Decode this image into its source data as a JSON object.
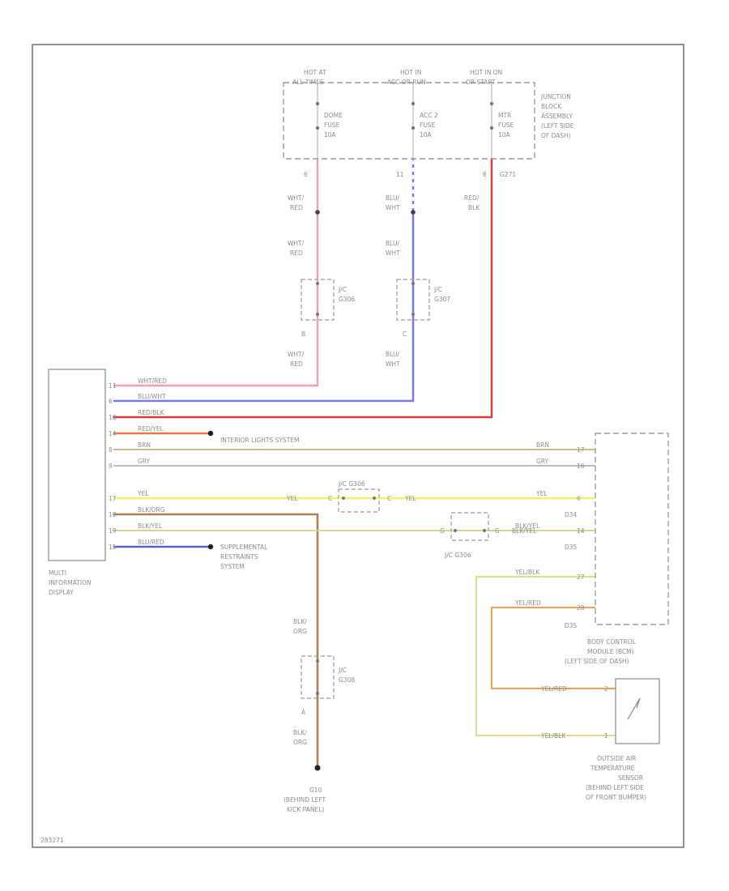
{
  "fuse_block": {
    "hot_labels": [
      {
        "l1": "HOT AT",
        "l2": "ALL TIMES"
      },
      {
        "l1": "HOT IN",
        "l2": "ACC OR RUN"
      },
      {
        "l1": "HOT IN ON",
        "l2": "OR START"
      }
    ],
    "fuses": [
      {
        "l1": "DOME",
        "l2": "FUSE",
        "l3": "10A"
      },
      {
        "l1": "ACC 2",
        "l2": "FUSE",
        "l3": "10A"
      },
      {
        "l1": "MTR",
        "l2": "FUSE",
        "l3": "10A"
      }
    ],
    "pins": [
      "6",
      "11",
      "6"
    ],
    "conn_id": "G271",
    "name_lines": [
      "JUNCTION",
      "BLOCK",
      "ASSEMBLY",
      "(LEFT SIDE",
      "OF DASH)"
    ]
  },
  "wire_labels": {
    "dome_upper": [
      "WHT/",
      "RED"
    ],
    "dome_mid": [
      "WHT/",
      "RED"
    ],
    "dome_low": [
      "WHT/",
      "RED"
    ],
    "acc_upper": [
      "BLU/",
      "WHT"
    ],
    "acc_mid": [
      "BLU/",
      "WHT"
    ],
    "acc_low": [
      "BLU/",
      "WHT"
    ],
    "mtr_upper": [
      "RED/",
      "BLK"
    ]
  },
  "jc_left": {
    "name": [
      "J/C",
      "G306"
    ],
    "pin_low": "B"
  },
  "jc_mid": {
    "name": [
      "J/C",
      "G307"
    ],
    "pin_low": "C"
  },
  "jc_gnd": {
    "name": [
      "J/C",
      "G308"
    ],
    "pin_low": "A"
  },
  "mid_display": {
    "name_lines": [
      "MULTI",
      "INFORMATION",
      "DISPLAY"
    ],
    "pins": [
      "11",
      "6",
      "10",
      "14",
      "8",
      "9",
      "17",
      "18",
      "19",
      "15"
    ],
    "wires": [
      "WHT/RED",
      "BLU/WHT",
      "RED/BLK",
      "RED/YEL",
      "BRN",
      "GRY",
      "YEL",
      "BLK/ORG",
      "BLK/YEL",
      "BLU/RED"
    ]
  },
  "ext_lights": "INTERIOR LIGHTS SYSTEM",
  "srs_lines": [
    "SUPPLEMENTAL",
    "RESTRAINTS",
    "SYSTEM"
  ],
  "yel_jc": {
    "name": "J/C G306",
    "left_wire": "YEL",
    "right_wire": "YEL",
    "pin_l": "C",
    "pin_r": "C"
  },
  "blkyel_jc": {
    "name": "J/C G306",
    "right_wire": "BLK/YEL",
    "pin_l": "G",
    "pin_r": "G"
  },
  "bcm": {
    "name_lines": [
      "BODY CONTROL",
      "MODULE (BCM)",
      "(LEFT SIDE OF DASH)"
    ],
    "rows": [
      {
        "wire": "BRN",
        "pin": "17"
      },
      {
        "wire": "GRY",
        "pin": "16"
      },
      {
        "wire": "YEL",
        "pin": "6"
      },
      {
        "wire": "BLK/YEL",
        "pin": "14"
      },
      {
        "wire": "YEL/BLK",
        "pin": "27"
      },
      {
        "wire": "YEL/RED",
        "pin": "28"
      }
    ],
    "conn_a": "D34",
    "conn_b": "D35",
    "conn_c": "D35"
  },
  "sensor": {
    "name_lines": [
      "OUTSIDE AIR",
      "TEMPERATURE",
      "SENSOR",
      "(BEHIND LEFT SIDE",
      "OF FRONT BUMPER)"
    ],
    "pins": [
      "2",
      "1"
    ],
    "wires": [
      "YEL/RED",
      "YEL/BLK"
    ]
  },
  "ground": {
    "wire_upper": [
      "BLK/",
      "ORG"
    ],
    "wire_lower": [
      "BLK/",
      "ORG"
    ],
    "name_lines": [
      "G10",
      "(BEHIND LEFT",
      "KICK PANEL)"
    ]
  },
  "diagram_id": "283271",
  "colors": {
    "wht_red": "#f0a0b0",
    "blu_wht": "#7a78ee",
    "red_blk": "#d83a3a",
    "red_yel": "#e07a4a",
    "brn": "#d6b98a",
    "gry": "#bdbdbd",
    "yel": "#f2f26a",
    "blk_org": "#b07a55",
    "blk_yel": "#d6d69a",
    "blu_red": "#5a60c8",
    "yel_blk": "#dede8a",
    "yel_red": "#f2a050"
  }
}
